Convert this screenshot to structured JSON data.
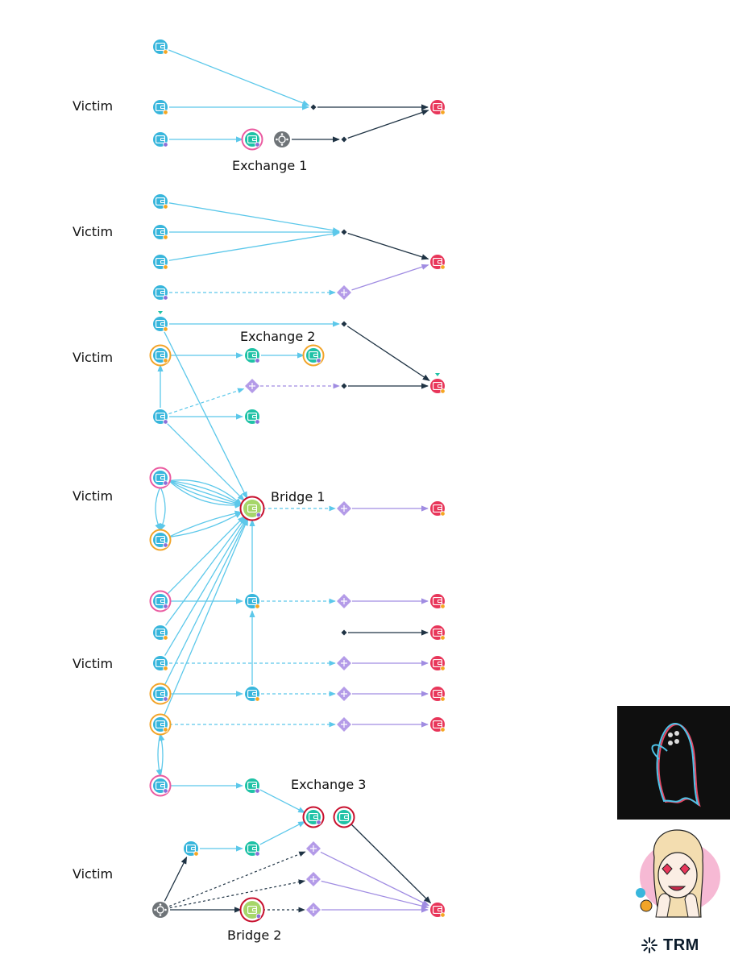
{
  "labels": {
    "victim": "Victim",
    "exchange_1": "Exchange 1",
    "exchange_2": "Exchange 2",
    "exchange_3": "Exchange 3",
    "bridge_1": "Bridge 1",
    "bridge_2": "Bridge 2"
  },
  "brand": {
    "text": "TRM"
  },
  "colors": {
    "victim_wallet": "#38b6dc",
    "exchange_wallet": "#1fc2a6",
    "perpetrator_wallet": "#e8365a",
    "bridge_diamond": "#b49be8",
    "bridge_node": "#a6d66a",
    "bridge_ring": "#c8102e",
    "flow_cyan": "#5cc8ea",
    "flow_dark": "#1f3344",
    "flow_purple": "#a08ce2",
    "ring_orange": "#f2a428",
    "ring_pink": "#ea5aa0",
    "ring_red": "#c8102e",
    "badge_orange": "#f5a623",
    "badge_purple": "#8a6fd8",
    "service_gray": "#6f7478"
  },
  "icons": {
    "wallet": "wallet-icon",
    "diamond": "bridge-diamond-icon",
    "dot": "junction-dot-icon",
    "service": "service-gear-icon",
    "ghost": "ghost-icon",
    "sticker": "girl-sticker-icon",
    "logo": "trm-logo-icon"
  }
}
